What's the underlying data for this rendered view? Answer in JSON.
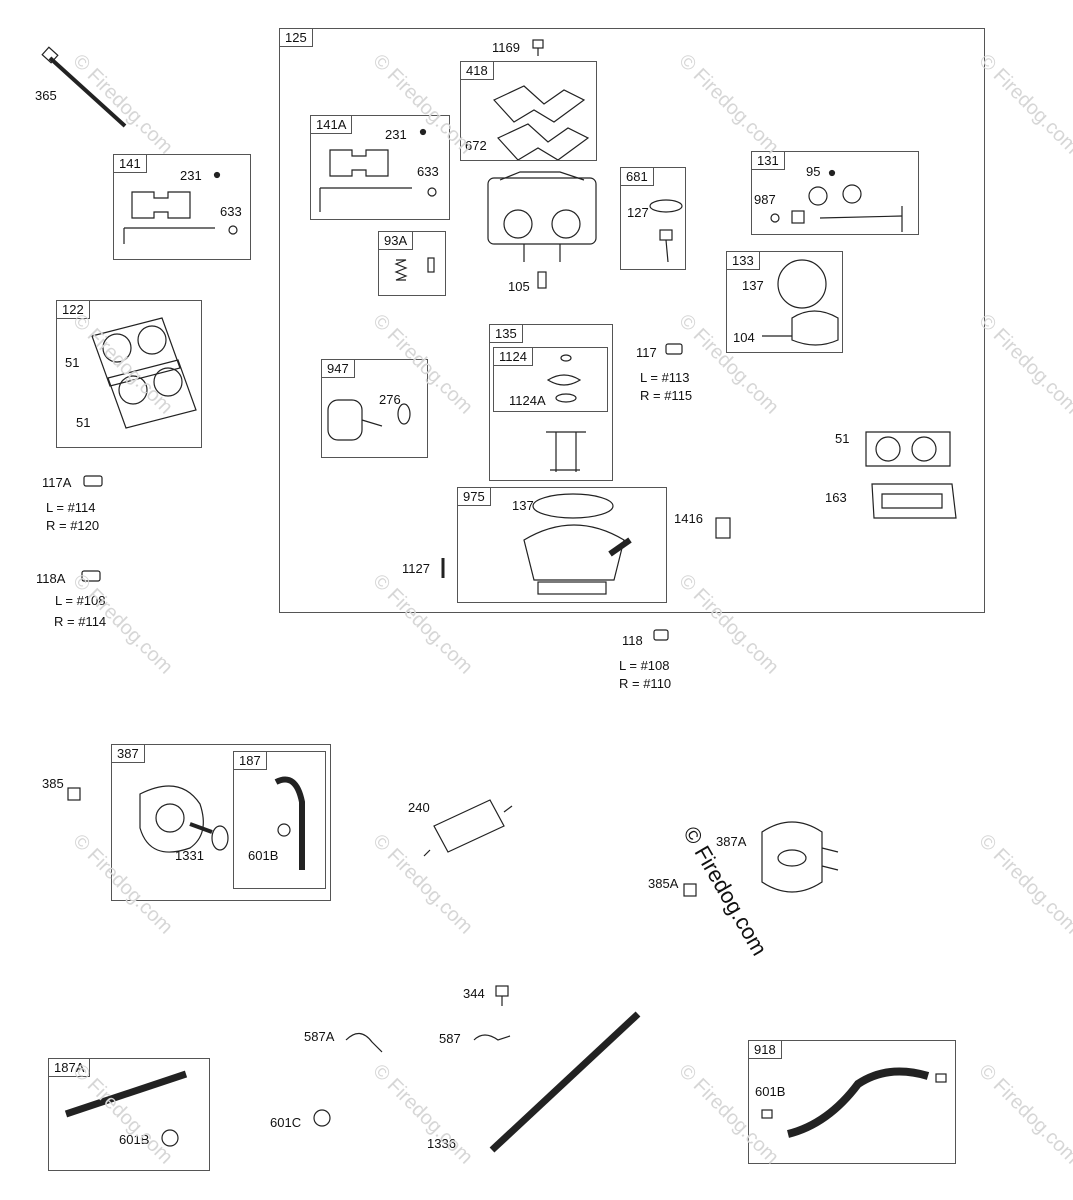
{
  "watermark": "© Firedog.com",
  "box_ids": {
    "b125": "125",
    "b141": "141",
    "b141a": "141A",
    "b418": "418",
    "b122": "122",
    "b93a": "93A",
    "b681": "681",
    "b131": "131",
    "b133": "133",
    "b135": "135",
    "b1124": "1124",
    "b947": "947",
    "b975": "975",
    "b387": "387",
    "b187": "187",
    "b187a": "187A",
    "b918": "918"
  },
  "labels": {
    "l365": "365",
    "l1169": "1169",
    "l231a": "231",
    "l633a": "633",
    "l672": "672",
    "l231b": "231",
    "l633b": "633",
    "l51a": "51",
    "l51b": "51",
    "l105": "105",
    "l127": "127",
    "l95": "95",
    "l987": "987",
    "l137a": "137",
    "l104": "104",
    "l117": "117",
    "l117_L": "L = #113",
    "l117_R": "R = #115",
    "l1124a": "1124A",
    "l276": "276",
    "l51c": "51",
    "l163": "163",
    "l117a": "117A",
    "l117a_L": "L = #114",
    "l117a_R": "R = #120",
    "l118a": "118A",
    "l118a_L": "L = #108",
    "l118a_R": "R = #114",
    "l137b": "137",
    "l1416": "1416",
    "l1127": "1127",
    "l118": "118",
    "l118_L": "L = #108",
    "l118_R": "R = #110",
    "l385": "385",
    "l1331": "1331",
    "l601b_a": "601B",
    "l240": "240",
    "l387a": "387A",
    "l385a": "385A",
    "l344": "344",
    "l587a": "587A",
    "l587": "587",
    "l601c": "601C",
    "l1336": "1336",
    "l601b_b": "601B",
    "l601b_c": "601B"
  }
}
